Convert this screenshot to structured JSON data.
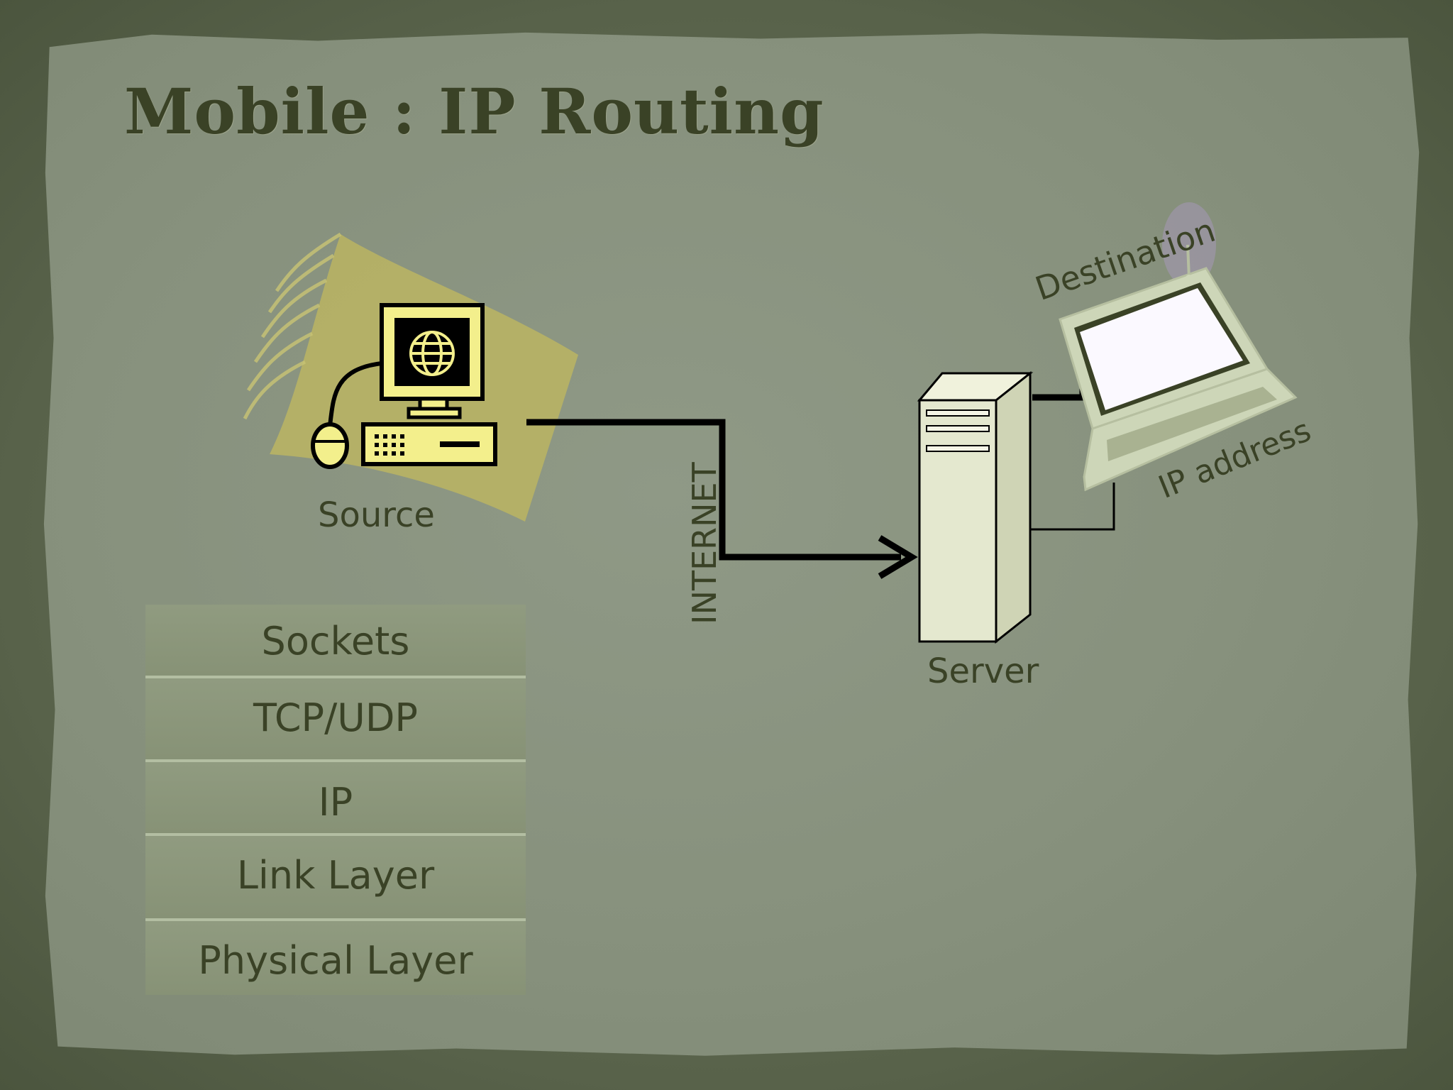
{
  "slide": {
    "title": "Mobile : IP Routing"
  },
  "diagram": {
    "source_label": "Source",
    "internet_label": "INTERNET",
    "server_label": "Server",
    "destination_label": "Destination",
    "ip_address_label": "IP address"
  },
  "stack": {
    "layers": [
      "Sockets",
      "TCP/UDP",
      "IP",
      "Link Layer",
      "Physical Layer"
    ]
  },
  "colors": {
    "background": "#5f6a4e",
    "paper": "#87917d",
    "text": "#3a4226",
    "accent_yellow": "#f3ef8c",
    "device_fill": "#e4e8cf"
  },
  "icons": [
    "desktop-computer-icon",
    "server-icon",
    "laptop-icon",
    "globe-icon",
    "mouse-icon"
  ]
}
